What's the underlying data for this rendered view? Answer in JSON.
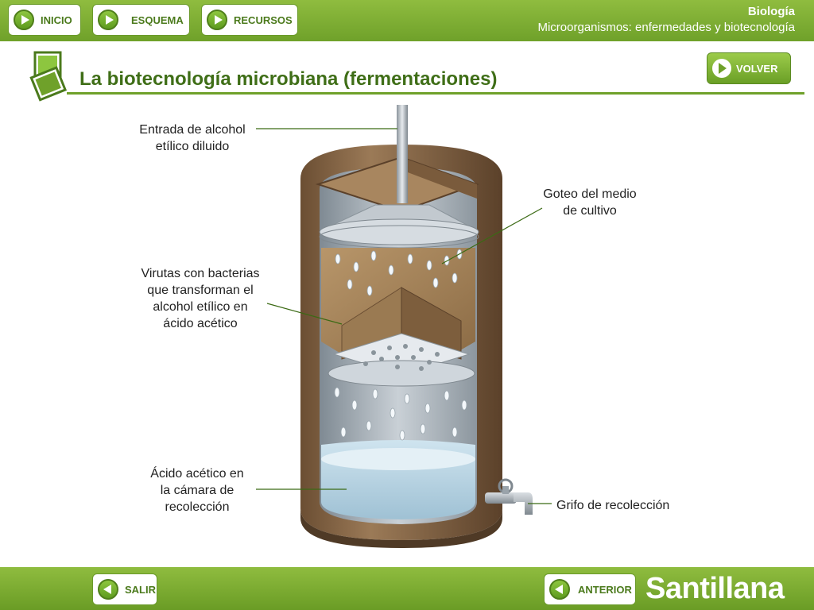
{
  "nav": {
    "inicio": "INICIO",
    "esquema": "ESQUEMA",
    "recursos": "RECURSOS",
    "volver": "VOLVER",
    "salir": "SALIR",
    "anterior": "ANTERIOR"
  },
  "header": {
    "subject": "Biología",
    "unit": "Microorganismos: enfermedades y biotecnología"
  },
  "page": {
    "title": "La biotecnología microbiana (fermentaciones)"
  },
  "diagram": {
    "labels": {
      "entrada_1": "Entrada de alcohol",
      "entrada_2": "etílico diluido",
      "goteo_1": "Goteo del medio",
      "goteo_2": "de cultivo",
      "virutas_1": "Virutas con bacterias",
      "virutas_2": "que transforman el",
      "virutas_3": "alcohol etílico en",
      "virutas_4": "ácido acético",
      "acido_1": "Ácido acético en",
      "acido_2": "la cámara de",
      "acido_3": "recolección",
      "grifo": "Grifo de recolección"
    }
  },
  "footer": {
    "brand": "Santillana"
  }
}
